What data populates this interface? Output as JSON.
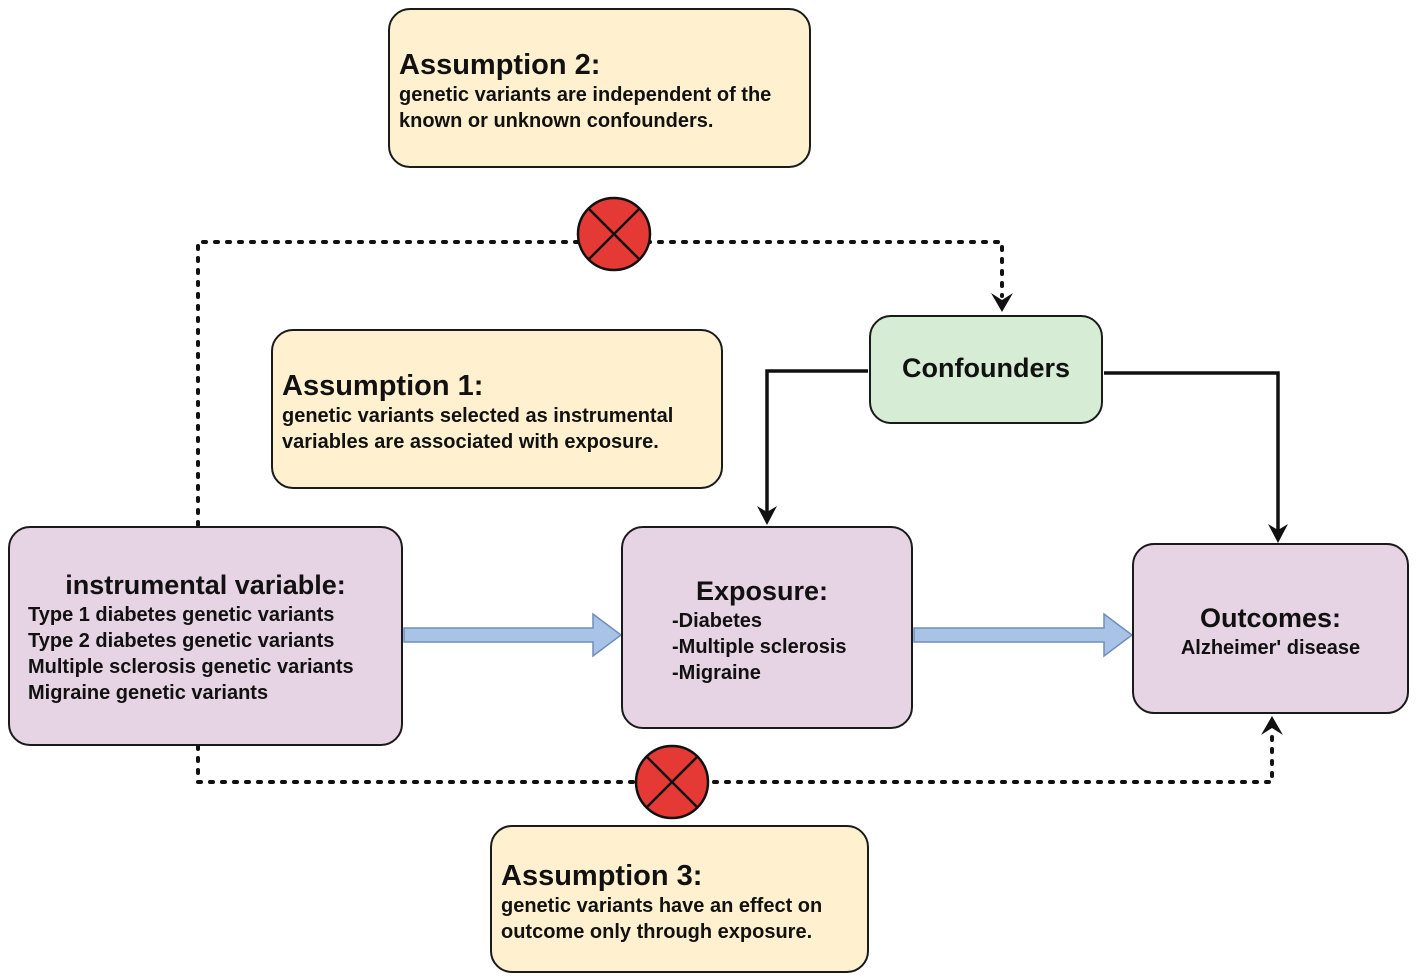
{
  "assumption2": {
    "title": "Assumption 2:",
    "text": "genetic variants are independent of the known or unknown confounders."
  },
  "assumption1": {
    "title": "Assumption 1:",
    "text": "genetic variants selected as instrumental variables are associated with exposure."
  },
  "assumption3": {
    "title": "Assumption 3:",
    "text": "genetic variants have an effect on outcome only through exposure."
  },
  "confounders": {
    "label": "Confounders"
  },
  "instrumental": {
    "title": "instrumental variable:",
    "items": [
      "Type 1 diabetes genetic variants",
      "Type 2 diabetes genetic variants",
      "Multiple sclerosis genetic variants",
      "Migraine genetic variants"
    ]
  },
  "exposure": {
    "title": "Exposure:",
    "items": [
      "-Diabetes",
      "-Multiple sclerosis",
      "-Migraine"
    ]
  },
  "outcomes": {
    "title": "Outcomes:",
    "text": "Alzheimer' disease"
  },
  "colors": {
    "assumption_fill": "#fff1cf",
    "node_fill": "#e6d3e3",
    "confounder_fill": "#d7ecd5",
    "causal_arrow": "#a9c3e6",
    "violation_marker": "#e53935"
  }
}
